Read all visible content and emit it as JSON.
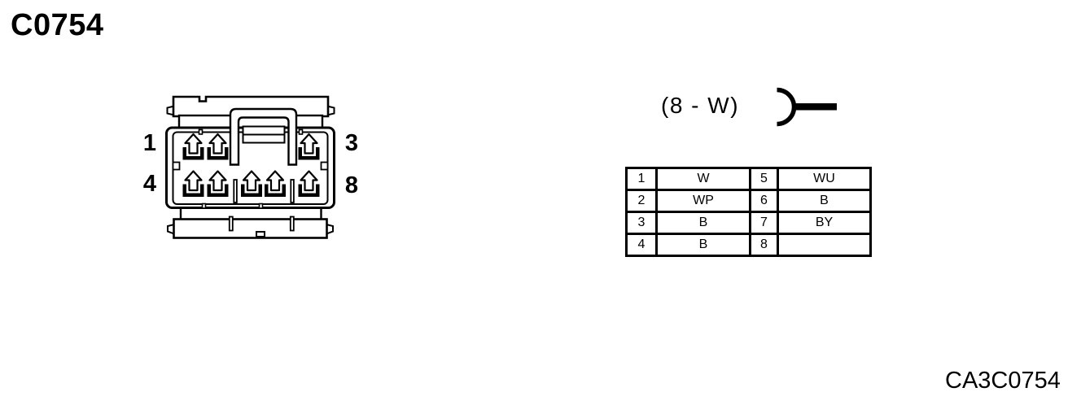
{
  "page": {
    "background_color": "#ffffff",
    "ink_color": "#000000"
  },
  "header": {
    "title": "C0754"
  },
  "connector": {
    "pin_labels": {
      "top_left": "1",
      "top_right": "3",
      "bottom_left": "4",
      "bottom_right": "8"
    }
  },
  "callout": {
    "text": "(8 - W)",
    "icon": "wire-connector-icon"
  },
  "pin_table": {
    "rows": [
      {
        "pin_left": "1",
        "color_left": "W",
        "pin_right": "5",
        "color_right": "WU"
      },
      {
        "pin_left": "2",
        "color_left": "WP",
        "pin_right": "6",
        "color_right": "B"
      },
      {
        "pin_left": "3",
        "color_left": "B",
        "pin_right": "7",
        "color_right": "BY"
      },
      {
        "pin_left": "4",
        "color_left": "B",
        "pin_right": "8",
        "color_right": ""
      }
    ]
  },
  "footer": {
    "figure_code": "CA3C0754"
  }
}
